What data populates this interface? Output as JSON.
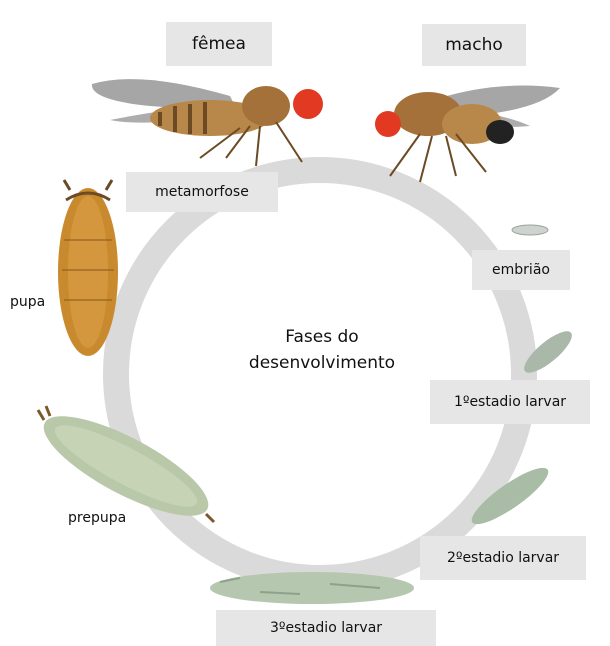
{
  "title": {
    "line1": "Fases do",
    "line2": "desenvolvimento"
  },
  "labels": {
    "female": "fêmea",
    "male": "macho",
    "metamorphosis": "metamorfose",
    "embryo": "embrião",
    "larva1": "1ºestadio larvar",
    "larva2": "2ºestadio larvar",
    "larva3": "3ºestadio larvar",
    "pupa": "pupa",
    "prepupa": "prepupa"
  },
  "colors": {
    "ring": "#d9d9d9",
    "label_bg": "#e6e6e6",
    "fly_body": "#b8874a",
    "fly_eye": "#e23a22",
    "pupa": "#c98a2e",
    "larva": "#b8c8a8"
  }
}
